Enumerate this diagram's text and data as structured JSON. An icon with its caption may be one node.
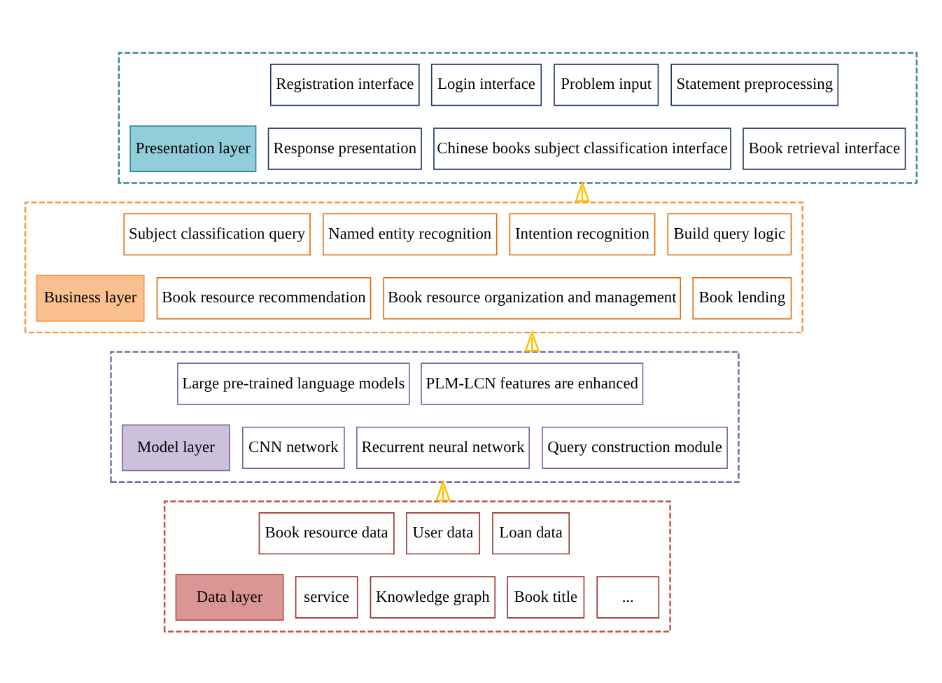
{
  "diagram": {
    "nodes": [
      {
        "text": [],
        "shape": "box"
      },
      {
        "text": [
          "Presentation layer"
        ],
        "in": 0
      },
      {
        "text": [
          "Registration interface"
        ],
        "in": 0
      },
      {
        "text": [
          "Login interface"
        ],
        "in": 0
      },
      {
        "text": [
          "Problem input"
        ],
        "in": 0
      },
      {
        "text": [
          "Statement preprocessing"
        ],
        "in": 0
      },
      {
        "text": [
          "Response presentation"
        ],
        "in": 0
      },
      {
        "text": [
          "Chinese books subject classification interface"
        ],
        "in": 0
      },
      {
        "text": [
          "Book retrieval interface"
        ],
        "in": 0
      },
      {
        "text": [],
        "shape": "box"
      },
      {
        "text": [
          "Business layer"
        ],
        "in": 9
      },
      {
        "text": [
          "Subject classification query"
        ],
        "in": 9
      },
      {
        "text": [
          "Named entity recognition"
        ],
        "in": 9
      },
      {
        "text": [
          "Intention recognition"
        ],
        "in": 9
      },
      {
        "text": [
          "Build query logic"
        ],
        "in": 9
      },
      {
        "text": [
          "Book resource recommendation"
        ],
        "in": 9
      },
      {
        "text": [
          "Book resource organization and management"
        ],
        "in": 9
      },
      {
        "text": [
          "Book lending"
        ],
        "in": 9
      },
      {
        "text": [],
        "shape": "box"
      },
      {
        "text": [
          "Model layer"
        ],
        "in": 18
      },
      {
        "text": [
          "Large pre-trained language models"
        ],
        "in": 18
      },
      {
        "text": [
          "PLM-LCN features are enhanced"
        ],
        "in": 18
      },
      {
        "text": [
          "CNN network"
        ],
        "in": 18
      },
      {
        "text": [
          "Recurrent neural network"
        ],
        "in": 18
      },
      {
        "text": [
          "Query construction module"
        ],
        "in": 18
      },
      {
        "text": [],
        "shape": "box"
      },
      {
        "text": [
          "Data layer"
        ],
        "in": 25
      },
      {
        "text": [
          "Book resource data"
        ],
        "in": 25
      },
      {
        "text": [
          "User data"
        ],
        "in": 25
      },
      {
        "text": [
          "Loan data"
        ],
        "in": 25
      },
      {
        "text": [
          "service"
        ],
        "in": 25
      },
      {
        "text": [
          "Knowledge graph"
        ],
        "in": 25
      },
      {
        "text": [
          "Book title"
        ],
        "in": 25
      },
      {
        "text": [
          "..."
        ],
        "in": 25
      }
    ],
    "edges": [
      {
        "from": 25,
        "to": 18,
        "arrow": "to"
      },
      {
        "from": 18,
        "to": 9,
        "arrow": "to"
      },
      {
        "from": 9,
        "to": 0,
        "arrow": "to"
      }
    ]
  }
}
